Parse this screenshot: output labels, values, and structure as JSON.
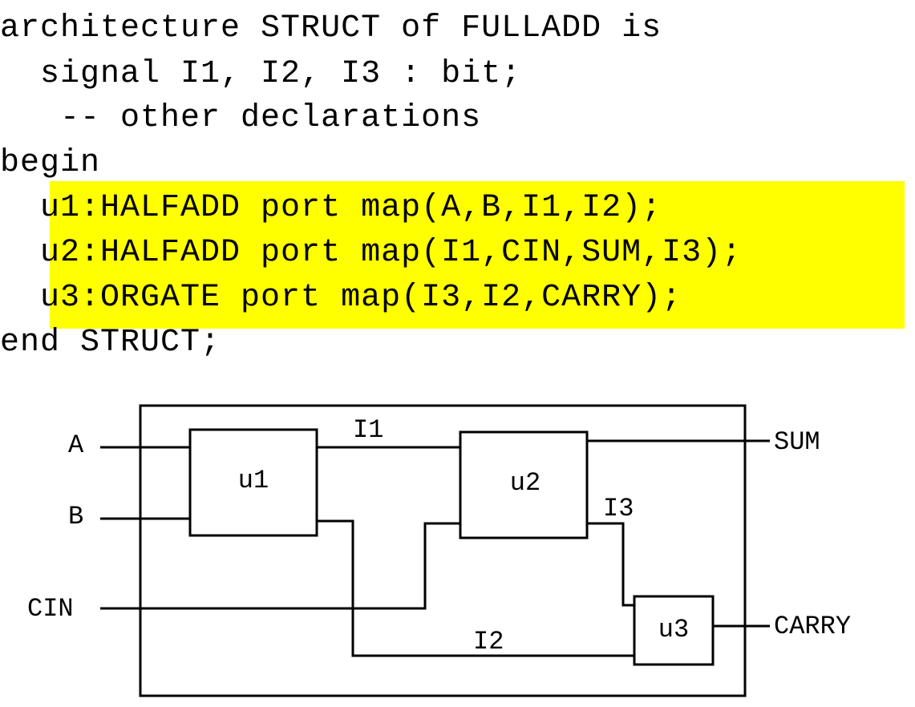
{
  "code": {
    "lines": [
      "architecture STRUCT of FULLADD is",
      "  signal I1, I2, I3 : bit;",
      "   -- other declarations",
      "begin",
      "  u1:HALFADD port map(A,B,I1,I2);",
      "  u2:HALFADD port map(I1,CIN,SUM,I3);",
      "  u3:ORGATE port map(I3,I2,CARRY);",
      "end STRUCT;"
    ],
    "highlight_color": "#ffff00"
  },
  "diagram": {
    "blocks": {
      "u1": "u1",
      "u2": "u2",
      "u3": "u3"
    },
    "ports": {
      "a": "A",
      "b": "B",
      "cin": "CIN",
      "sum": "SUM",
      "carry": "CARRY"
    },
    "signals": {
      "i1": "I1",
      "i2": "I2",
      "i3": "I3"
    }
  }
}
